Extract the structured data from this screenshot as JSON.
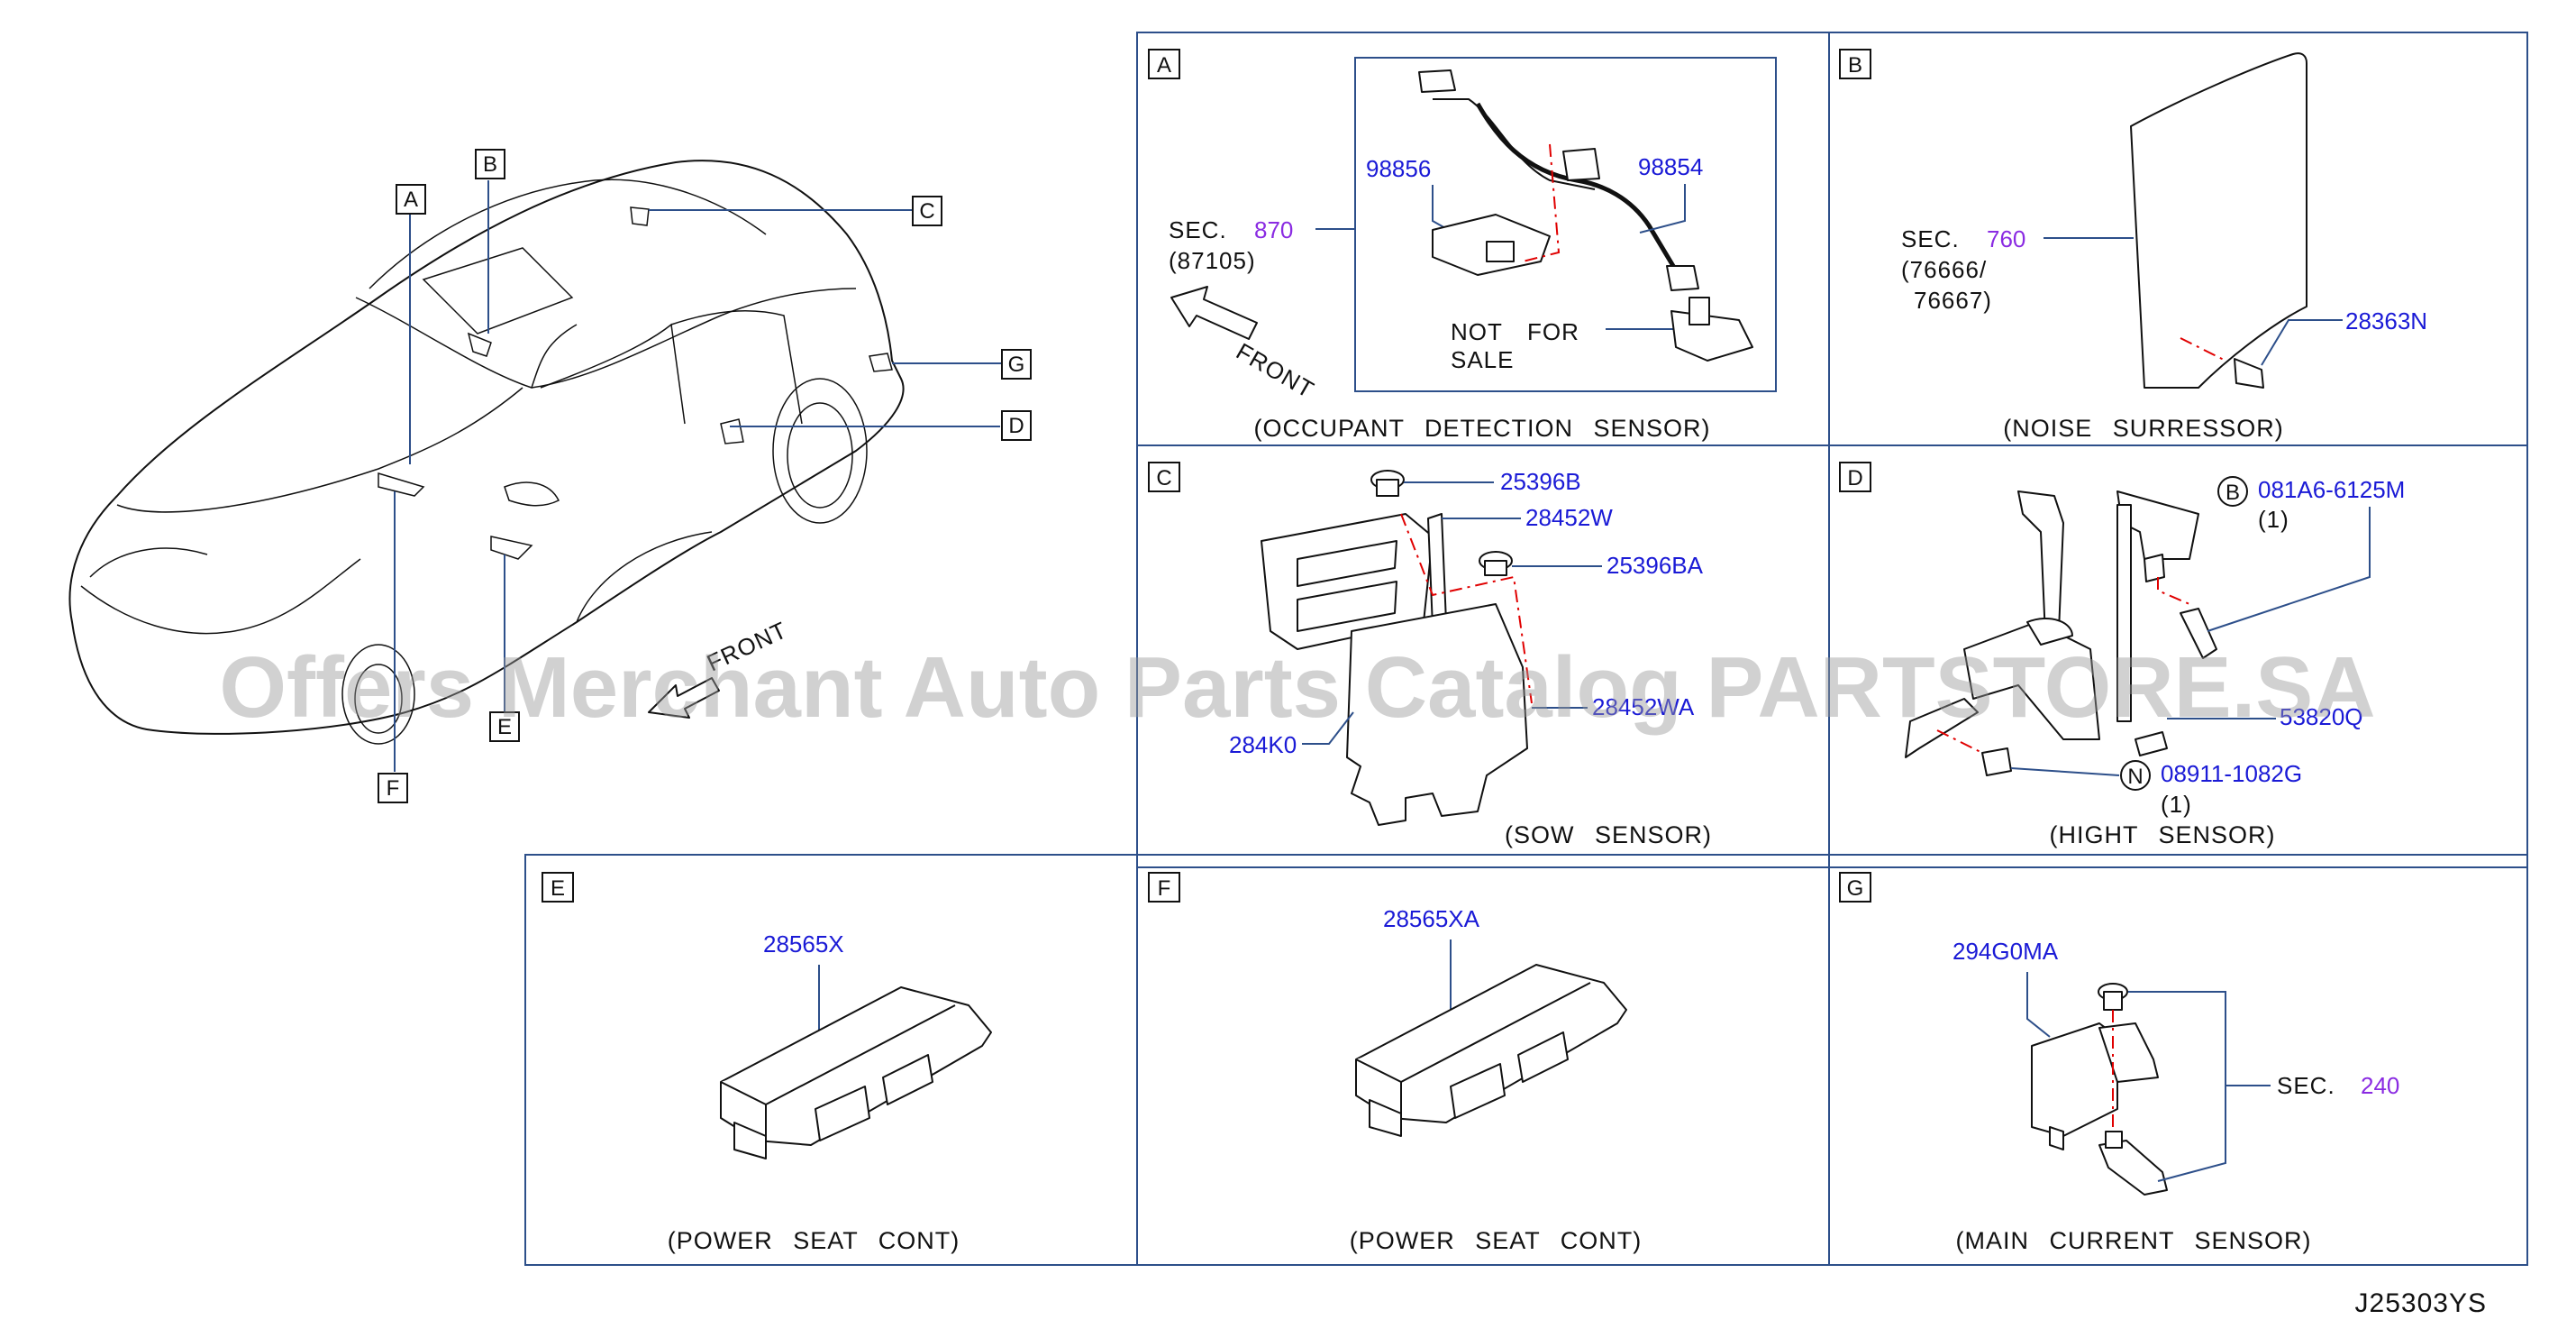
{
  "panels": {
    "A": {
      "letter": "A",
      "sec_label": "SEC.",
      "sec_num": "870",
      "sec_sub": "(87105)",
      "front": "FRONT",
      "pn_98856": "98856",
      "pn_98854": "98854",
      "note_1": "NOT",
      "note_2": "FOR",
      "note_3": "SALE",
      "caption": "(OCCUPANT DETECTION SENSOR)"
    },
    "B": {
      "letter": "B",
      "sec_label": "SEC.",
      "sec_num": "760",
      "sec_sub1": "(76666/",
      "sec_sub2": "76667)",
      "pn": "28363N",
      "caption": "(NOISE SURRESSOR)"
    },
    "C": {
      "letter": "C",
      "pn_1": "25396B",
      "pn_2": "28452W",
      "pn_3": "25396BA",
      "pn_4": "28452WA",
      "pn_5": "284K0",
      "caption": "(SOW SENSOR)"
    },
    "D": {
      "letter": "D",
      "bolt_mark": "B",
      "pn_1": "081A6-6125M",
      "qty_1": "(1)",
      "pn_2": "53820Q",
      "nut_mark": "N",
      "pn_3": "08911-1082G",
      "qty_2": "(1)",
      "caption": "(HIGHT SENSOR)"
    },
    "E": {
      "letter": "E",
      "pn": "28565X",
      "caption": "(POWER SEAT CONT)"
    },
    "F": {
      "letter": "F",
      "pn": "28565XA",
      "caption": "(POWER SEAT CONT)"
    },
    "G": {
      "letter": "G",
      "pn": "294G0MA",
      "sec_label": "SEC.",
      "sec_num": "240",
      "caption": "(MAIN CURRENT SENSOR)"
    }
  },
  "car": {
    "callouts": [
      "A",
      "B",
      "C",
      "D",
      "E",
      "F",
      "G"
    ],
    "front": "FRONT"
  },
  "watermark": "Offers Merchant Auto Parts Catalog PARTSTORE.SA",
  "drawing_code": "J25303YS",
  "colors": {
    "frame": "#2d4f8a",
    "part_number": "#1a1ad6",
    "section_ref": "#8a2be2",
    "centerline": "#e00000"
  }
}
